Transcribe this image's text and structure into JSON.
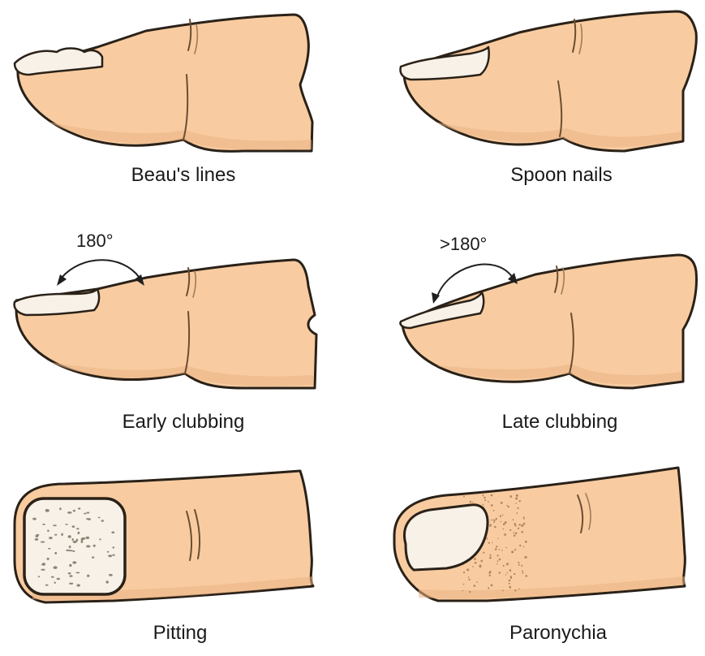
{
  "figure": {
    "panels": [
      {
        "id": "beaus-lines",
        "caption": "Beau's lines",
        "angle_label": ""
      },
      {
        "id": "spoon-nails",
        "caption": "Spoon nails",
        "angle_label": ""
      },
      {
        "id": "early-clubbing",
        "caption": "Early clubbing",
        "angle_label": "180°"
      },
      {
        "id": "late-clubbing",
        "caption": "Late clubbing",
        "angle_label": ">180°"
      },
      {
        "id": "pitting",
        "caption": "Pitting",
        "angle_label": ""
      },
      {
        "id": "paronychia",
        "caption": "Paronychia",
        "angle_label": ""
      }
    ]
  },
  "colors": {
    "skin": "#f8cca0",
    "nail": "#f7f1e7",
    "outline": "#2a2118",
    "text": "#1a1a1a"
  }
}
